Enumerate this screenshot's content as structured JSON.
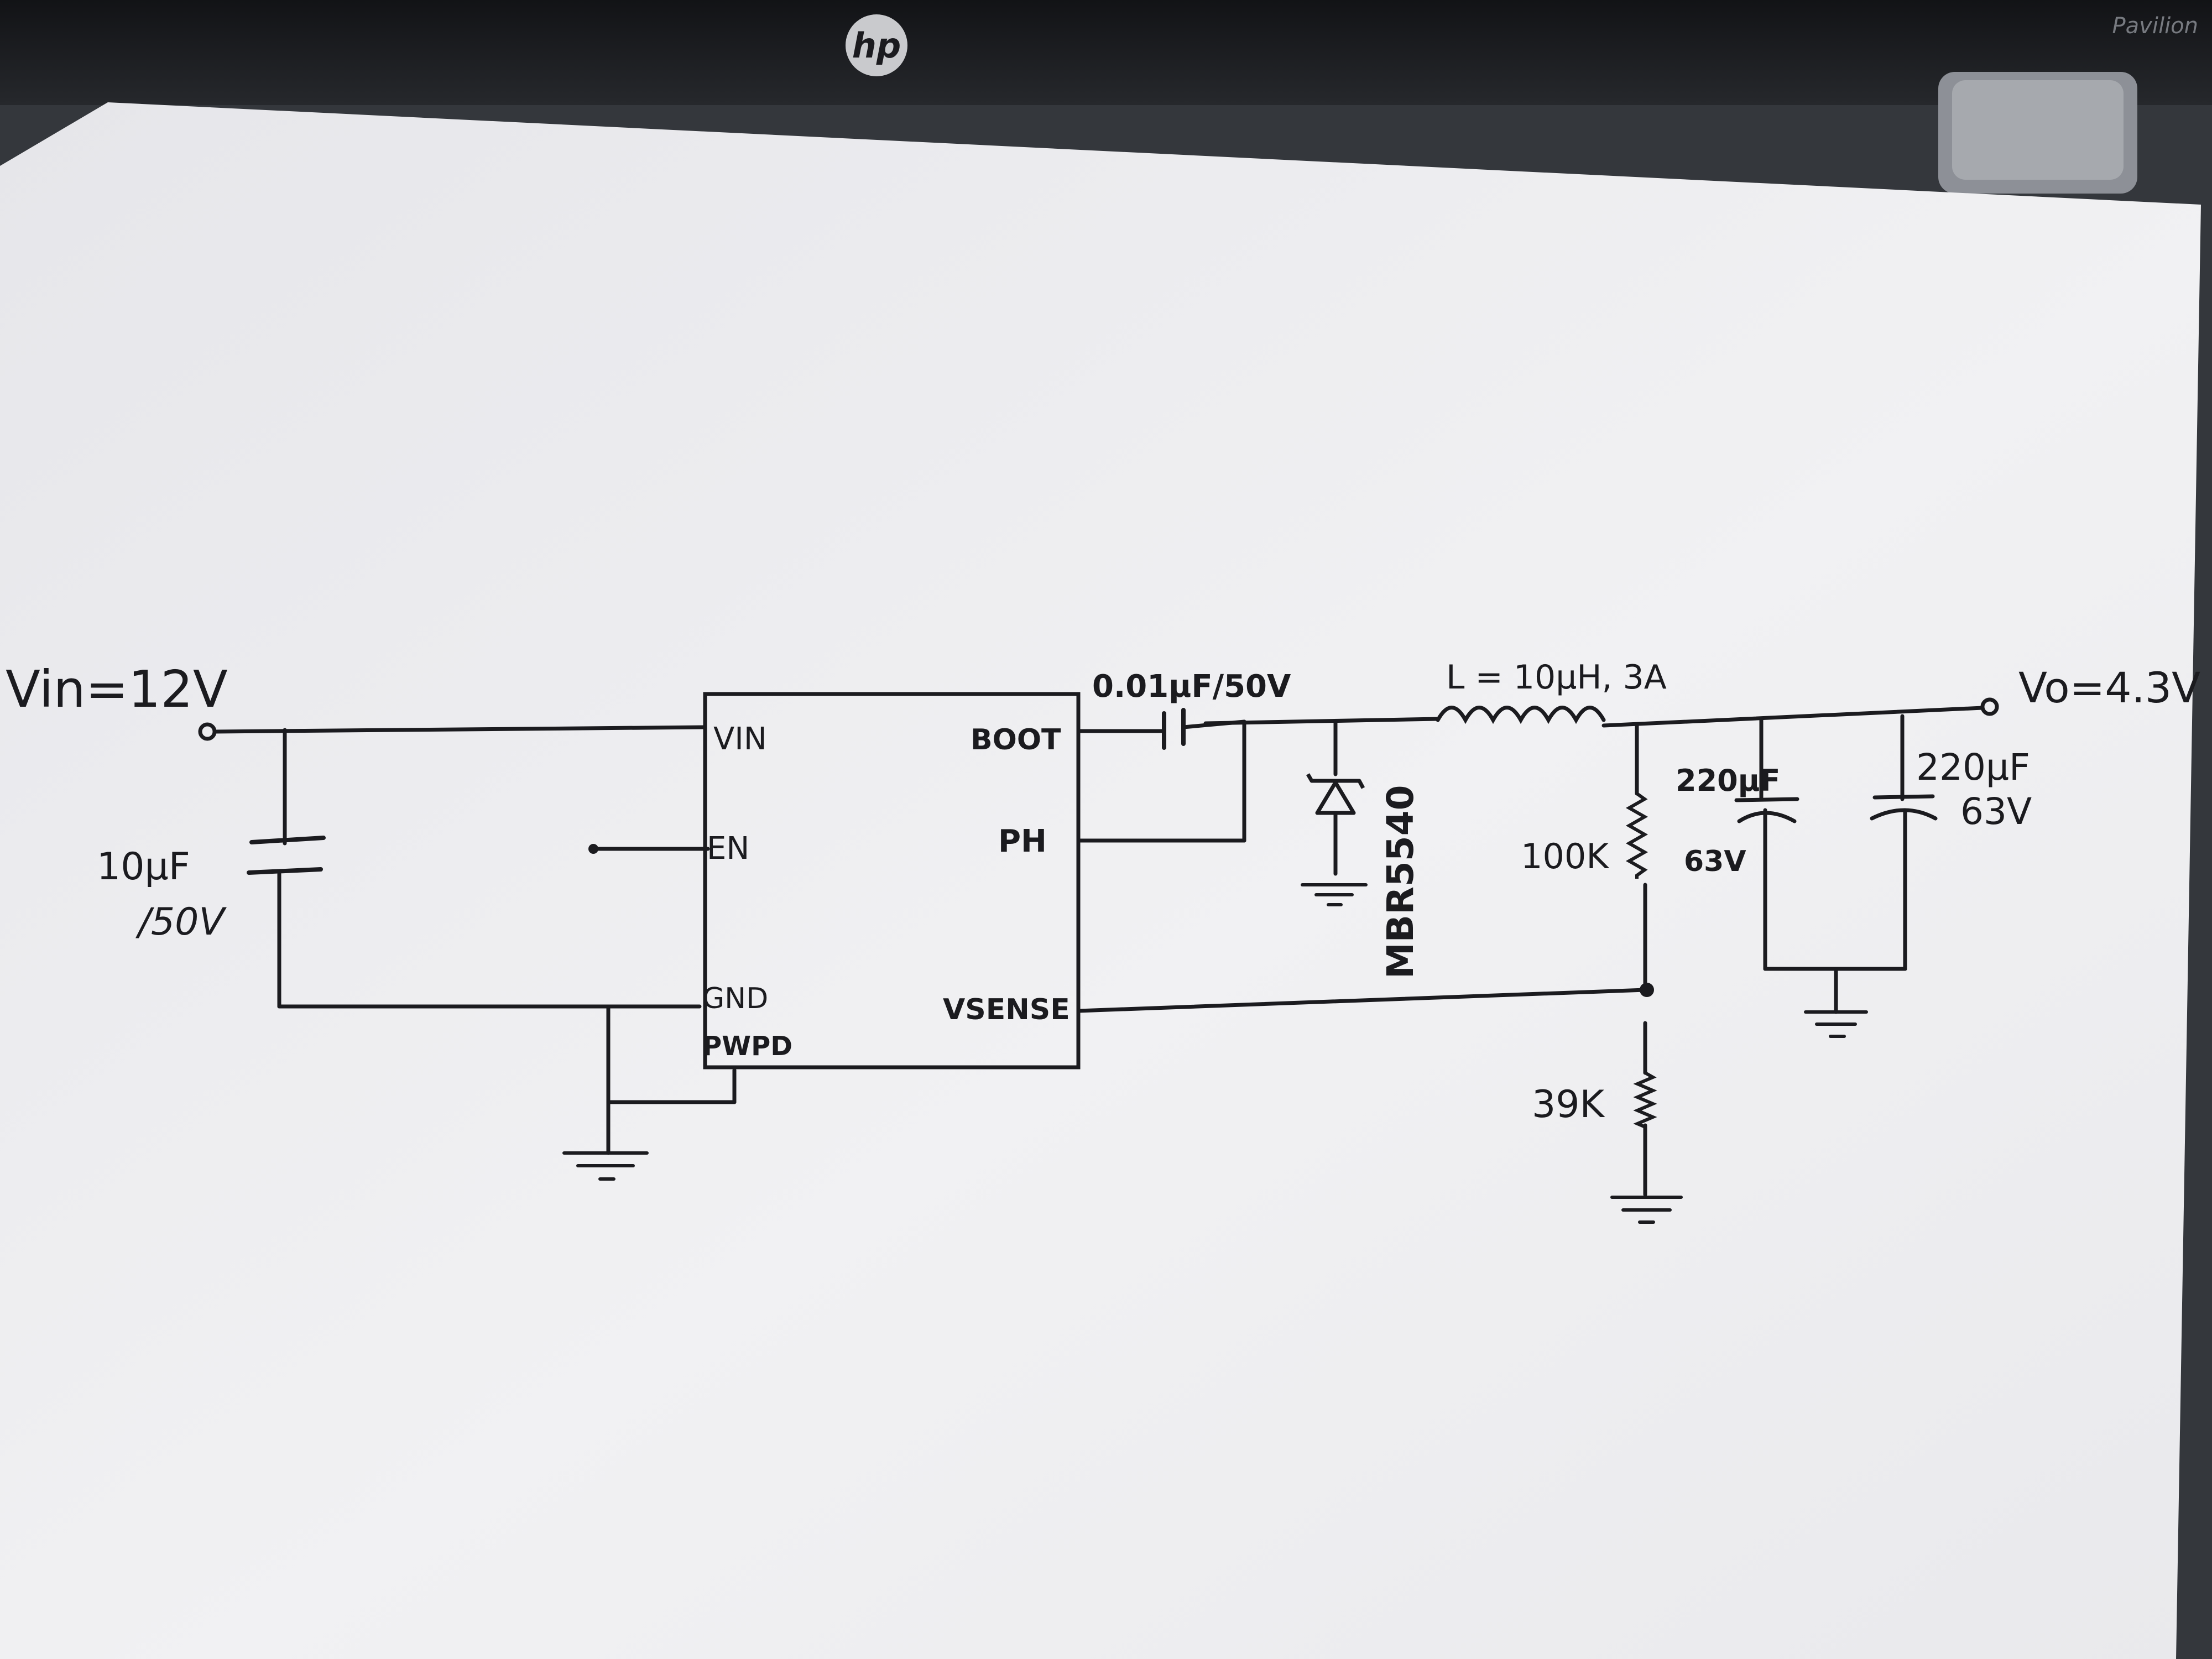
{
  "laptop": {
    "brand_logo": "hp",
    "model": "Pavilion"
  },
  "schematic": {
    "vin_label": "Vin=12V",
    "vout_label": "Vo=4.3V",
    "input_cap": {
      "value": "10μF",
      "rating": "/50V"
    },
    "ic_pins": {
      "vin": "VIN",
      "en": "EN",
      "gnd": "GND",
      "pwpd": "PWPD",
      "boot": "BOOT",
      "ph": "PH",
      "vsense": "VSENSE"
    },
    "boot_cap": "0.01μF/50V",
    "inductor": "L = 10μH, 3A",
    "diode": "MBR5540",
    "r_top": "100K",
    "r_bottom": "39K",
    "out_cap1": {
      "value": "220μF",
      "rating": "63V"
    },
    "out_cap2": {
      "value": "220μF",
      "rating": "63V"
    }
  }
}
